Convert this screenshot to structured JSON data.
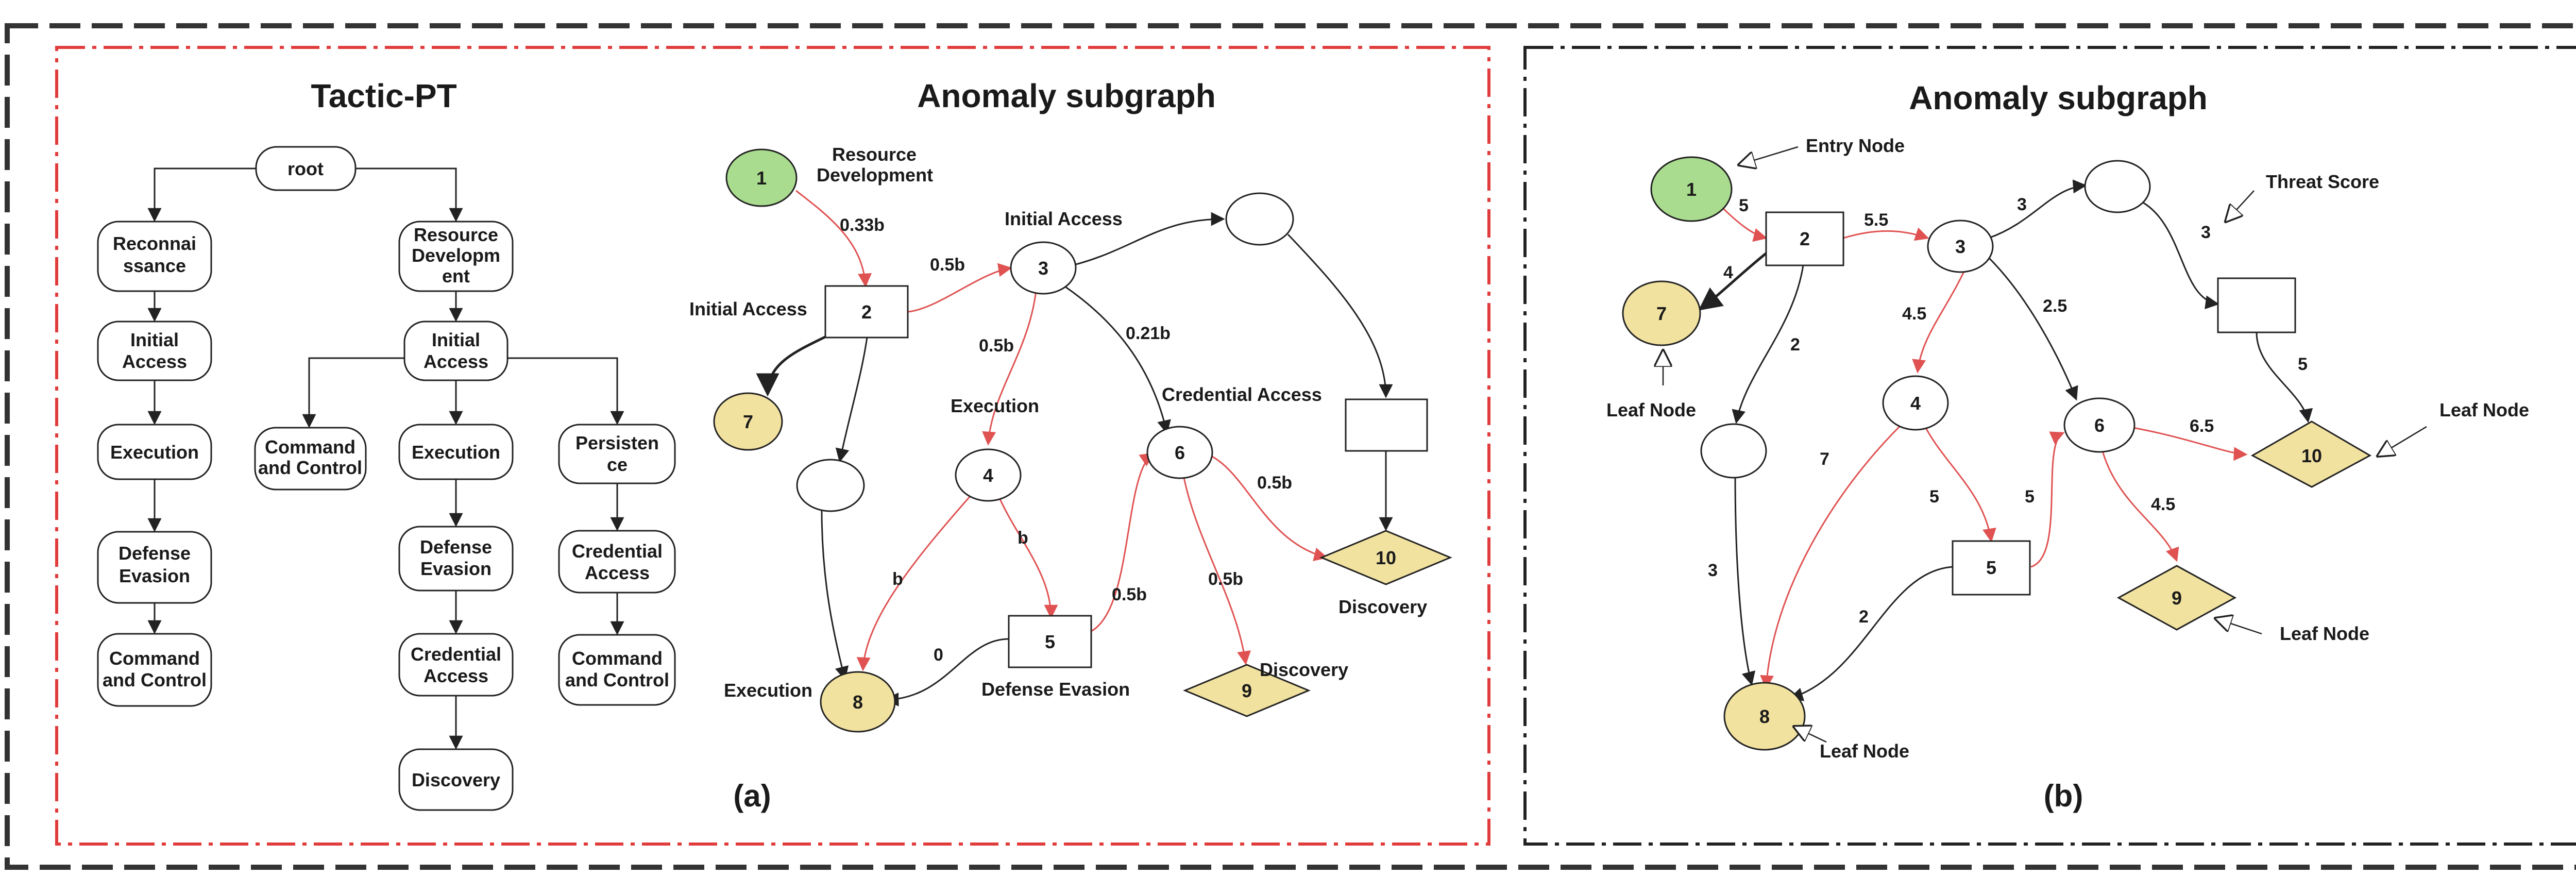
{
  "colors": {
    "red_edge": "#e05252",
    "black_edge": "#222222",
    "green_node": "#a9dc8e",
    "yellow_node": "#f2e2a0",
    "outer_frame": "#333333",
    "left_frame": "#e03c3c"
  },
  "panel_a": {
    "tactic_title": "Tactic-PT",
    "graph_title": "Anomaly subgraph",
    "caption": "(a)",
    "tree": {
      "root": "root",
      "left_branch": [
        "Reconnai ssance",
        "Initial Access",
        "Execution",
        "Defense Evasion",
        "Command and Control"
      ],
      "mid_head": "Resource Developm ent",
      "mid_split": "Initial Access",
      "mid_children": [
        "Command and Control",
        "Execution",
        "Persisten ce"
      ],
      "mid_chain": [
        "Defense Evasion",
        "Credential Access",
        "Discovery"
      ],
      "right_chain": [
        "Credential Access",
        "Command and Control"
      ]
    },
    "nodes": [
      "1",
      "2",
      "3",
      "4",
      "5",
      "6",
      "7",
      "8",
      "9",
      "10"
    ],
    "node_labels": {
      "n1": "Resource Development",
      "n2": "Initial Access",
      "n3": "Initial Access",
      "n4": "Execution",
      "n5": "Defense Evasion",
      "n6": "Credential Access",
      "n8": "Execution",
      "n9": "Discovery",
      "n10": "Discovery"
    },
    "edge_weights": {
      "e1_2": "0.33b",
      "e2_3": "0.5b",
      "e3_4": "0.5b",
      "e3_6": "0.21b",
      "e4_5": "b",
      "e4_8": "b",
      "e5_8": "0",
      "e5_6": "0.5b",
      "e6_9": "0.5b",
      "e6_10": "0.5b"
    }
  },
  "panel_b": {
    "graph_title": "Anomaly subgraph",
    "caption": "(b)",
    "nodes": [
      "1",
      "2",
      "3",
      "4",
      "5",
      "6",
      "7",
      "8",
      "9",
      "10"
    ],
    "annotations": {
      "entry": "Entry Node",
      "threat": "Threat Score",
      "leaf_7": "Leaf Node",
      "leaf_8": "Leaf Node",
      "leaf_9": "Leaf Node",
      "leaf_10": "Leaf Node"
    },
    "edge_weights": {
      "e1_2": "5",
      "e2_3": "5.5",
      "e2_7": "4",
      "e2_u": "2",
      "e3_top": "3",
      "top_rect": "3",
      "rect_10": "5",
      "e3_4": "4.5",
      "e3_6": "2.5",
      "e4_8": "7",
      "e4_5": "5",
      "e5_6": "5",
      "e6_10": "6.5",
      "e6_9": "4.5",
      "eu_8": "3",
      "e5_8": "2"
    }
  }
}
